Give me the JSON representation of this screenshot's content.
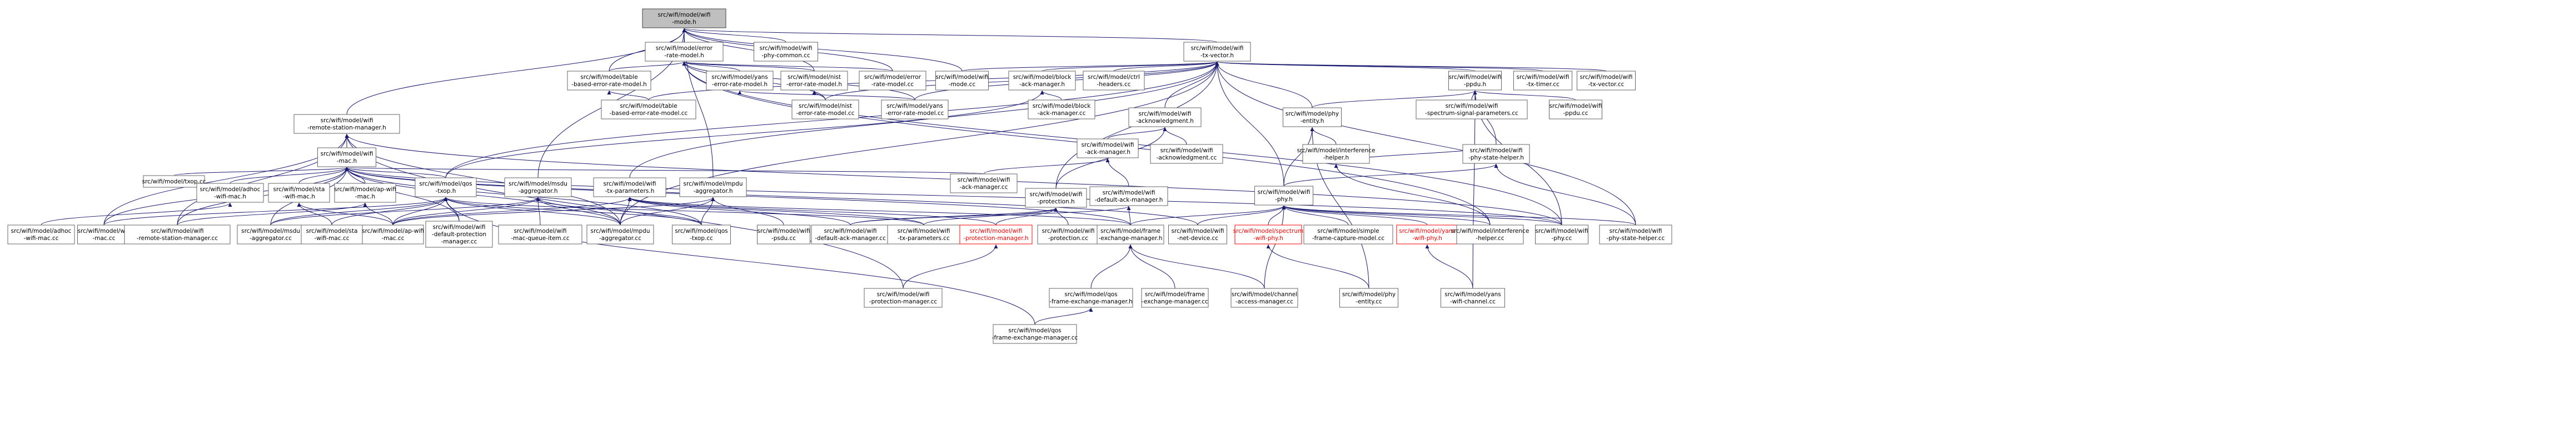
{
  "graph": {
    "edge_color": "#191970",
    "root_fill": "#bfbfbf",
    "highlight_color": "#ff0000",
    "nodes": [
      {
        "id": "root",
        "lines": [
          "src/wifi/model/wifi",
          "-mode.h"
        ],
        "root": true
      },
      {
        "id": "err",
        "lines": [
          "src/wifi/model/error",
          "-rate-model.h"
        ]
      },
      {
        "id": "phycommon",
        "lines": [
          "src/wifi/model/wifi",
          "-phy-common.cc"
        ]
      },
      {
        "id": "txvec",
        "lines": [
          "src/wifi/model/wifi",
          "-tx-vector.h"
        ]
      },
      {
        "id": "tableh",
        "lines": [
          "src/wifi/model/table",
          "-based-error-rate-model.h"
        ]
      },
      {
        "id": "yansh",
        "lines": [
          "src/wifi/model/yans",
          "-error-rate-model.h"
        ]
      },
      {
        "id": "nisth",
        "lines": [
          "src/wifi/model/nist",
          "-error-rate-model.h"
        ]
      },
      {
        "id": "errcc",
        "lines": [
          "src/wifi/model/error",
          "-rate-model.cc"
        ]
      },
      {
        "id": "modecc",
        "lines": [
          "src/wifi/model/wifi",
          "-mode.cc"
        ]
      },
      {
        "id": "blockh",
        "lines": [
          "src/wifi/model/block",
          "-ack-manager.h"
        ]
      },
      {
        "id": "ctrl",
        "lines": [
          "src/wifi/model/ctrl",
          "-headers.cc"
        ]
      },
      {
        "id": "ppduh",
        "lines": [
          "src/wifi/model/wifi",
          "-ppdu.h"
        ]
      },
      {
        "id": "txtimer",
        "lines": [
          "src/wifi/model/wifi",
          "-tx-timer.cc"
        ]
      },
      {
        "id": "txveccc",
        "lines": [
          "src/wifi/model/wifi",
          "-tx-vector.cc"
        ]
      },
      {
        "id": "tablecc",
        "lines": [
          "src/wifi/model/table",
          "-based-error-rate-model.cc"
        ]
      },
      {
        "id": "nistcc",
        "lines": [
          "src/wifi/model/nist",
          "-error-rate-model.cc"
        ]
      },
      {
        "id": "yanscc",
        "lines": [
          "src/wifi/model/yans",
          "-error-rate-model.cc"
        ]
      },
      {
        "id": "blockcc",
        "lines": [
          "src/wifi/model/block",
          "-ack-manager.cc"
        ]
      },
      {
        "id": "acknh",
        "lines": [
          "src/wifi/model/wifi",
          "-acknowledgment.h"
        ]
      },
      {
        "id": "phyentityh",
        "lines": [
          "src/wifi/model/phy",
          "-entity.h"
        ]
      },
      {
        "id": "spectrumparams",
        "lines": [
          "src/wifi/model/wifi",
          "-spectrum-signal-parameters.cc"
        ]
      },
      {
        "id": "ppducc",
        "lines": [
          "src/wifi/model/wifi",
          "-ppdu.cc"
        ]
      },
      {
        "id": "rsmh",
        "lines": [
          "src/wifi/model/wifi",
          "-remote-station-manager.h"
        ]
      },
      {
        "id": "ackmgrh",
        "lines": [
          "src/wifi/model/wifi",
          "-ack-manager.h"
        ]
      },
      {
        "id": "ackncc",
        "lines": [
          "src/wifi/model/wifi",
          "-acknowledgment.cc"
        ]
      },
      {
        "id": "interfh",
        "lines": [
          "src/wifi/model/interference",
          "-helper.h"
        ]
      },
      {
        "id": "phystatehelperh",
        "lines": [
          "src/wifi/model/wifi",
          "-phy-state-helper.h"
        ]
      },
      {
        "id": "mach",
        "lines": [
          "src/wifi/model/wifi",
          "-mac.h"
        ]
      },
      {
        "id": "protecth",
        "lines": [
          "src/wifi/model/wifi",
          "-protection.h"
        ]
      },
      {
        "id": "defackh",
        "lines": [
          "src/wifi/model/wifi",
          "-default-ack-manager.h"
        ]
      },
      {
        "id": "phyh",
        "lines": [
          "src/wifi/model/wifi",
          "-phy.h"
        ]
      },
      {
        "id": "txopcc",
        "lines": [
          "src/wifi/model/txop.cc"
        ]
      },
      {
        "id": "adhoch",
        "lines": [
          "src/wifi/model/adhoc",
          "-wifi-mac.h"
        ]
      },
      {
        "id": "stah",
        "lines": [
          "src/wifi/model/sta",
          "-wifi-mac.h"
        ]
      },
      {
        "id": "aph",
        "lines": [
          "src/wifi/model/ap-wifi",
          "-mac.h"
        ]
      },
      {
        "id": "qostxoph",
        "lines": [
          "src/wifi/model/qos",
          "-txop.h"
        ]
      },
      {
        "id": "msduaggh",
        "lines": [
          "src/wifi/model/msdu",
          "-aggregator.h"
        ]
      },
      {
        "id": "txparamsh",
        "lines": [
          "src/wifi/model/wifi",
          "-tx-parameters.h"
        ]
      },
      {
        "id": "mpduaggh",
        "lines": [
          "src/wifi/model/mpdu",
          "-aggregator.h"
        ]
      },
      {
        "id": "ackmgrcc",
        "lines": [
          "src/wifi/model/wifi",
          "-ack-manager.cc"
        ]
      },
      {
        "id": "adhoccc",
        "lines": [
          "src/wifi/model/adhoc",
          "-wifi-mac.cc"
        ]
      },
      {
        "id": "maccc",
        "lines": [
          "src/wifi/model/wifi",
          "-mac.cc"
        ]
      },
      {
        "id": "rsmcc",
        "lines": [
          "src/wifi/model/wifi",
          "-remote-station-manager.cc"
        ]
      },
      {
        "id": "msduaggcc",
        "lines": [
          "src/wifi/model/msdu",
          "-aggregator.cc"
        ]
      },
      {
        "id": "stacc",
        "lines": [
          "src/wifi/model/sta",
          "-wifi-mac.cc"
        ]
      },
      {
        "id": "apcc",
        "lines": [
          "src/wifi/model/ap-wifi",
          "-mac.cc"
        ]
      },
      {
        "id": "defprotcc",
        "lines": [
          "src/wifi/model/wifi",
          "-default-protection",
          "-manager.cc"
        ]
      },
      {
        "id": "macqitemcc",
        "lines": [
          "src/wifi/model/wifi",
          "-mac-queue-item.cc"
        ]
      },
      {
        "id": "mpduaggcc",
        "lines": [
          "src/wifi/model/mpdu",
          "-aggregator.cc"
        ]
      },
      {
        "id": "qostxopcc",
        "lines": [
          "src/wifi/model/qos",
          "-txop.cc"
        ]
      },
      {
        "id": "psducc",
        "lines": [
          "src/wifi/model/wifi",
          "-psdu.cc"
        ]
      },
      {
        "id": "defackcc",
        "lines": [
          "src/wifi/model/wifi",
          "-default-ack-manager.cc"
        ]
      },
      {
        "id": "txparamscc",
        "lines": [
          "src/wifi/model/wifi",
          "-tx-parameters.cc"
        ]
      },
      {
        "id": "protmgrh",
        "lines": [
          "src/wifi/model/wifi",
          "-protection-manager.h"
        ],
        "red": true
      },
      {
        "id": "protcc",
        "lines": [
          "src/wifi/model/wifi",
          "-protection.cc"
        ]
      },
      {
        "id": "fexh",
        "lines": [
          "src/wifi/model/frame",
          "-exchange-manager.h"
        ]
      },
      {
        "id": "netdevcc",
        "lines": [
          "src/wifi/model/wifi",
          "-net-device.cc"
        ]
      },
      {
        "id": "spectrumphyh",
        "lines": [
          "src/wifi/model/spectrum",
          "-wifi-phy.h"
        ],
        "red": true
      },
      {
        "id": "simplecap",
        "lines": [
          "src/wifi/model/simple",
          "-frame-capture-model.cc"
        ]
      },
      {
        "id": "yansphyh",
        "lines": [
          "src/wifi/model/yans",
          "-wifi-phy.h"
        ],
        "red": true
      },
      {
        "id": "interfcc",
        "lines": [
          "src/wifi/model/interference",
          "-helper.cc"
        ]
      },
      {
        "id": "phycc",
        "lines": [
          "src/wifi/model/wifi",
          "-phy.cc"
        ]
      },
      {
        "id": "phystatehelpercc",
        "lines": [
          "src/wifi/model/wifi",
          "-phy-state-helper.cc"
        ]
      },
      {
        "id": "protmgrcc",
        "lines": [
          "src/wifi/model/wifi",
          "-protection-manager.cc"
        ]
      },
      {
        "id": "qosfexh",
        "lines": [
          "src/wifi/model/qos",
          "-frame-exchange-manager.h"
        ]
      },
      {
        "id": "fexcc",
        "lines": [
          "src/wifi/model/frame",
          "-exchange-manager.cc"
        ]
      },
      {
        "id": "chaccesscc",
        "lines": [
          "src/wifi/model/channel",
          "-access-manager.cc"
        ]
      },
      {
        "id": "phyentitycc",
        "lines": [
          "src/wifi/model/phy",
          "-entity.cc"
        ]
      },
      {
        "id": "yanschcc",
        "lines": [
          "src/wifi/model/yans",
          "-wifi-channel.cc"
        ]
      },
      {
        "id": "qosfexcc",
        "lines": [
          "src/wifi/model/qos",
          "-frame-exchange-manager.cc"
        ]
      }
    ],
    "edges": [
      [
        "err",
        "root"
      ],
      [
        "phycommon",
        "root"
      ],
      [
        "txvec",
        "root"
      ],
      [
        "rsmh",
        "root"
      ],
      [
        "tableh",
        "root"
      ],
      [
        "msduaggh",
        "root"
      ],
      [
        "mpduaggh",
        "root"
      ],
      [
        "errcc",
        "root"
      ],
      [
        "nisth",
        "root"
      ],
      [
        "modecc",
        "root"
      ],
      [
        "tableh",
        "err"
      ],
      [
        "yansh",
        "err"
      ],
      [
        "nisth",
        "err"
      ],
      [
        "errcc",
        "err"
      ],
      [
        "yanscc",
        "err"
      ],
      [
        "nistcc",
        "err"
      ],
      [
        "interfcc",
        "err"
      ],
      [
        "phycc",
        "err"
      ],
      [
        "tablecc",
        "tableh"
      ],
      [
        "yanscc",
        "yansh"
      ],
      [
        "nistcc",
        "nisth"
      ],
      [
        "tablecc",
        "txvec"
      ],
      [
        "nistcc",
        "txvec"
      ],
      [
        "yanscc",
        "txvec"
      ],
      [
        "blockh",
        "txvec"
      ],
      [
        "ctrl",
        "txvec"
      ],
      [
        "ppduh",
        "txvec"
      ],
      [
        "txtimer",
        "txvec"
      ],
      [
        "txveccc",
        "txvec"
      ],
      [
        "modecc",
        "txvec"
      ],
      [
        "acknh",
        "txvec"
      ],
      [
        "phyentityh",
        "txvec"
      ],
      [
        "phyh",
        "txvec"
      ],
      [
        "txparamsh",
        "txvec"
      ],
      [
        "qostxoph",
        "txvec"
      ],
      [
        "protecth",
        "txvec"
      ],
      [
        "phystatehelpercc",
        "txvec"
      ],
      [
        "mpduaggcc",
        "txvec"
      ],
      [
        "blockcc",
        "blockh"
      ],
      [
        "qostxoph",
        "blockh"
      ],
      [
        "phyentityh",
        "ppduh"
      ],
      [
        "spectrumparams",
        "ppduh"
      ],
      [
        "ppducc",
        "ppduh"
      ],
      [
        "phystatehelperh",
        "ppduh"
      ],
      [
        "phycc",
        "ppduh"
      ],
      [
        "yanschcc",
        "ppduh"
      ],
      [
        "ackmgrh",
        "acknh"
      ],
      [
        "ackncc",
        "acknh"
      ],
      [
        "protecth",
        "acknh"
      ],
      [
        "interfh",
        "phyentityh"
      ],
      [
        "phyh",
        "phyentityh"
      ],
      [
        "phyentitycc",
        "phyentityh"
      ],
      [
        "phystatehelperh",
        "interfh"
      ],
      [
        "interfcc",
        "interfh"
      ],
      [
        "phyh",
        "phystatehelperh"
      ],
      [
        "phystatehelpercc",
        "phystatehelperh"
      ],
      [
        "mach",
        "rsmh"
      ],
      [
        "rsmcc",
        "rsmh"
      ],
      [
        "maccc",
        "rsmh"
      ],
      [
        "mpduaggcc",
        "rsmh"
      ],
      [
        "protmgrcc",
        "rsmh"
      ],
      [
        "phycc",
        "rsmh"
      ],
      [
        "txopcc",
        "mach"
      ],
      [
        "adhoch",
        "mach"
      ],
      [
        "stah",
        "mach"
      ],
      [
        "aph",
        "mach"
      ],
      [
        "qostxoph",
        "mach"
      ],
      [
        "ackmgrcc",
        "mach"
      ],
      [
        "maccc",
        "mach"
      ],
      [
        "defprotcc",
        "mach"
      ],
      [
        "msduaggcc",
        "mach"
      ],
      [
        "mpduaggcc",
        "mach"
      ],
      [
        "fexh",
        "mach"
      ],
      [
        "netdevcc",
        "mach"
      ],
      [
        "phycc",
        "mach"
      ],
      [
        "rsmcc",
        "mach"
      ],
      [
        "qostxopcc",
        "mach"
      ],
      [
        "adhoccc",
        "adhoch"
      ],
      [
        "stacc",
        "stah"
      ],
      [
        "apcc",
        "aph"
      ],
      [
        "apcc",
        "stah"
      ],
      [
        "rsmcc",
        "aph"
      ],
      [
        "maccc",
        "qostxoph"
      ],
      [
        "msduaggcc",
        "qostxoph"
      ],
      [
        "mpduaggcc",
        "qostxoph"
      ],
      [
        "stacc",
        "qostxoph"
      ],
      [
        "apcc",
        "qostxoph"
      ],
      [
        "defprotcc",
        "qostxoph"
      ],
      [
        "qostxopcc",
        "qostxoph"
      ],
      [
        "qosfexcc",
        "qostxoph"
      ],
      [
        "txparamscc",
        "qostxoph"
      ],
      [
        "macqitemcc",
        "msduaggh"
      ],
      [
        "msduaggcc",
        "msduaggh"
      ],
      [
        "mpduaggcc",
        "msduaggh"
      ],
      [
        "apcc",
        "msduaggh"
      ],
      [
        "qostxopcc",
        "msduaggh"
      ],
      [
        "mpduaggcc",
        "mpduaggh"
      ],
      [
        "qostxopcc",
        "mpduaggh"
      ],
      [
        "psducc",
        "mpduaggh"
      ],
      [
        "apcc",
        "mpduaggh"
      ],
      [
        "defackcc",
        "txparamsh"
      ],
      [
        "txparamscc",
        "txparamsh"
      ],
      [
        "mpduaggcc",
        "txparamsh"
      ],
      [
        "protmgrh",
        "txparamsh"
      ],
      [
        "fexh",
        "txparamsh"
      ],
      [
        "apcc",
        "txparamsh"
      ],
      [
        "ackmgrcc",
        "ackmgrh"
      ],
      [
        "defackh",
        "ackmgrh"
      ],
      [
        "defackcc",
        "defackh"
      ],
      [
        "fexh",
        "defackh"
      ],
      [
        "protcc",
        "protecth"
      ],
      [
        "txparamscc",
        "protecth"
      ],
      [
        "defackcc",
        "protecth"
      ],
      [
        "protmgrh",
        "protecth"
      ],
      [
        "protmgrcc",
        "protmgrh"
      ],
      [
        "fexh",
        "phyh"
      ],
      [
        "netdevcc",
        "phyh"
      ],
      [
        "spectrumphyh",
        "phyh"
      ],
      [
        "simplecap",
        "phyh"
      ],
      [
        "yansphyh",
        "phyh"
      ],
      [
        "interfcc",
        "phyh"
      ],
      [
        "phycc",
        "phyh"
      ],
      [
        "phystatehelpercc",
        "phyh"
      ],
      [
        "chaccesscc",
        "phyh"
      ],
      [
        "qosfexh",
        "fexh"
      ],
      [
        "fexcc",
        "fexh"
      ],
      [
        "chaccesscc",
        "fexh"
      ],
      [
        "qosfexcc",
        "qosfexh"
      ],
      [
        "phyentitycc",
        "spectrumphyh"
      ],
      [
        "yanschcc",
        "yansphyh"
      ]
    ]
  }
}
